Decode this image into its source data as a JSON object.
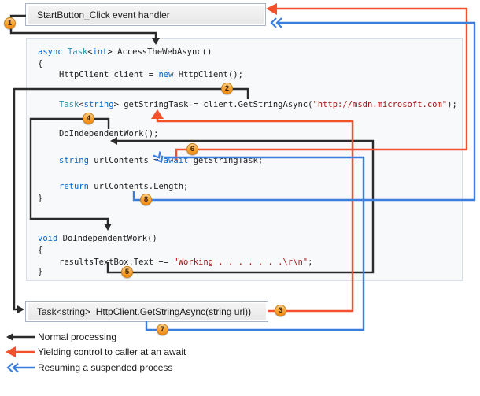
{
  "boxes": {
    "start_handler_label": "StartButton_Click event handler",
    "getstringasync_label": "Task<string>  HttpClient.GetStringAsync(string url))"
  },
  "code": {
    "lines": [
      {
        "segments": [
          {
            "t": "async "
          },
          {
            "t": "Task"
          },
          {
            "t": "<"
          },
          {
            "t": "int"
          },
          {
            "t": "> AccessTheWebAsync()"
          }
        ]
      },
      {
        "segments": [
          {
            "t": "{"
          }
        ]
      },
      {
        "segments": [
          {
            "t": "HttpClient client = "
          },
          {
            "t": "new"
          },
          {
            "t": " HttpClient();"
          }
        ]
      },
      {
        "segments": [
          {
            "t": "Task"
          },
          {
            "t": "<"
          },
          {
            "t": "string"
          },
          {
            "t": "> getStringTask = client.GetStringAsync("
          },
          {
            "t": "\"http://msdn.microsoft.com\""
          },
          {
            "t": ");"
          }
        ]
      },
      {
        "segments": [
          {
            "t": "DoIndependentWork();"
          }
        ]
      },
      {
        "segments": [
          {
            "t": "string"
          },
          {
            "t": " urlContents = "
          },
          {
            "t": "await"
          },
          {
            "t": " getStringTask;"
          }
        ]
      },
      {
        "segments": [
          {
            "t": "return"
          },
          {
            "t": " urlContents.Length;"
          }
        ]
      },
      {
        "segments": [
          {
            "t": "}"
          }
        ]
      },
      {
        "segments": [
          {
            "t": "void"
          },
          {
            "t": " DoIndependentWork()"
          }
        ]
      },
      {
        "segments": [
          {
            "t": "{"
          }
        ]
      },
      {
        "segments": [
          {
            "t": "resultsTextBox.Text += "
          },
          {
            "t": "\"Working . . . . . . .\\r\\n\""
          },
          {
            "t": ";"
          }
        ]
      },
      {
        "segments": [
          {
            "t": "}"
          }
        ]
      }
    ]
  },
  "badges": [
    "1",
    "2",
    "3",
    "4",
    "5",
    "6",
    "7",
    "8"
  ],
  "legend": [
    {
      "label": "Normal processing",
      "color": "#2b2b2b"
    },
    {
      "label": "Yielding control to caller at an await",
      "color": "#f2512c"
    },
    {
      "label": "Resuming a suspended process",
      "color": "#3c7edd"
    }
  ],
  "colors": {
    "normal_arrow": "#2b2b2b",
    "yield_arrow": "#f2512c",
    "resume_arrow": "#3c7edd",
    "badge_orange": "#f7941e",
    "keyword": "#0066cc",
    "type": "#2b91af",
    "string_literal": "#a31515"
  }
}
